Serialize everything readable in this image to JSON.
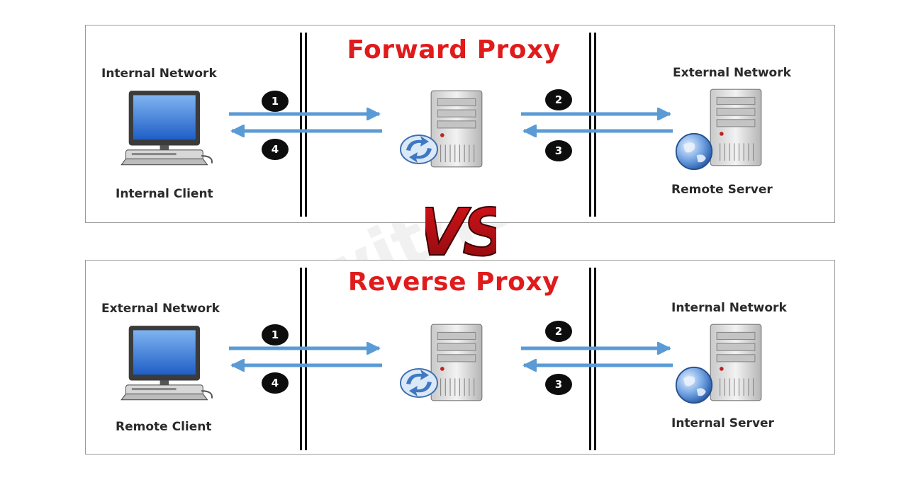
{
  "watermark": "ipwithease.com",
  "vs_label": "VS",
  "colors": {
    "title": "#e01b1b",
    "arrow": "#5b9bd5",
    "badge": "#0d0d0d",
    "border": "#9a9a9a"
  },
  "icons": {
    "client": "desktop-computer-icon",
    "proxy": "proxy-server-icon",
    "server": "web-server-globe-icon"
  },
  "forward": {
    "title": "Forward Proxy",
    "left_network": "Internal Network",
    "left_node": "Internal Client",
    "right_network": "External Network",
    "right_node": "Remote Server",
    "steps": [
      "1",
      "2",
      "3",
      "4"
    ]
  },
  "reverse": {
    "title": "Reverse Proxy",
    "left_network": "External Network",
    "left_node": "Remote Client",
    "right_network": "Internal Network",
    "right_node": "Internal Server",
    "steps": [
      "1",
      "2",
      "3",
      "4"
    ]
  }
}
